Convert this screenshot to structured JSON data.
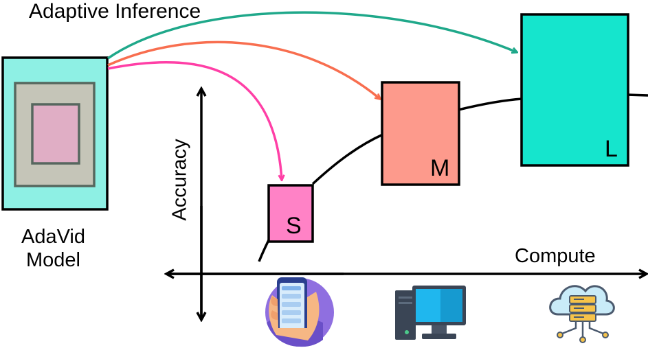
{
  "title": "Adaptive Inference",
  "model": {
    "label_line1": "AdaVid",
    "label_line2": "Model",
    "outer_color": "#8ef0e4",
    "middle_color": "#c5c5b8",
    "inner_color": "#e0aec5"
  },
  "axes": {
    "y_label": "Accuracy",
    "x_label": "Compute"
  },
  "sizes": [
    {
      "letter": "S",
      "color": "#ff82c6",
      "arrow_color": "#ff3fa6",
      "device": "smartphone-icon"
    },
    {
      "letter": "M",
      "color": "#fd9a8c",
      "arrow_color": "#f86e4f",
      "device": "desktop-computer-icon"
    },
    {
      "letter": "L",
      "color": "#15e5cd",
      "arrow_color": "#1fa88a",
      "device": "cloud-server-icon"
    }
  ]
}
